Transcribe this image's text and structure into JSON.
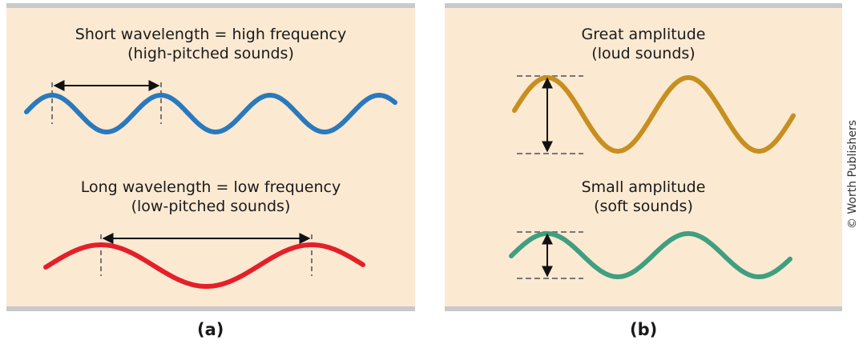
{
  "panel_a": {
    "label": "(a)",
    "top_caption": {
      "line1": "Short wavelength = high frequency",
      "line2": "(high-pitched sounds)"
    },
    "bottom_caption": {
      "line1": "Long wavelength = low frequency",
      "line2": "(low-pitched sounds)"
    },
    "wave_colors": {
      "short": "#2a79bd",
      "long": "#e3202a"
    }
  },
  "panel_b": {
    "label": "(b)",
    "top_caption": {
      "line1": "Great amplitude",
      "line2": "(loud sounds)"
    },
    "bottom_caption": {
      "line1": "Small amplitude",
      "line2": "(soft sounds)"
    },
    "wave_colors": {
      "great": "#c78f1f",
      "small": "#3f9f80"
    }
  },
  "credit": "© Worth Publishers",
  "colors": {
    "panel_background": "#fbe9d2",
    "panel_border": "#c8c9cc",
    "guide_line": "#777777",
    "arrow": "#111111"
  }
}
